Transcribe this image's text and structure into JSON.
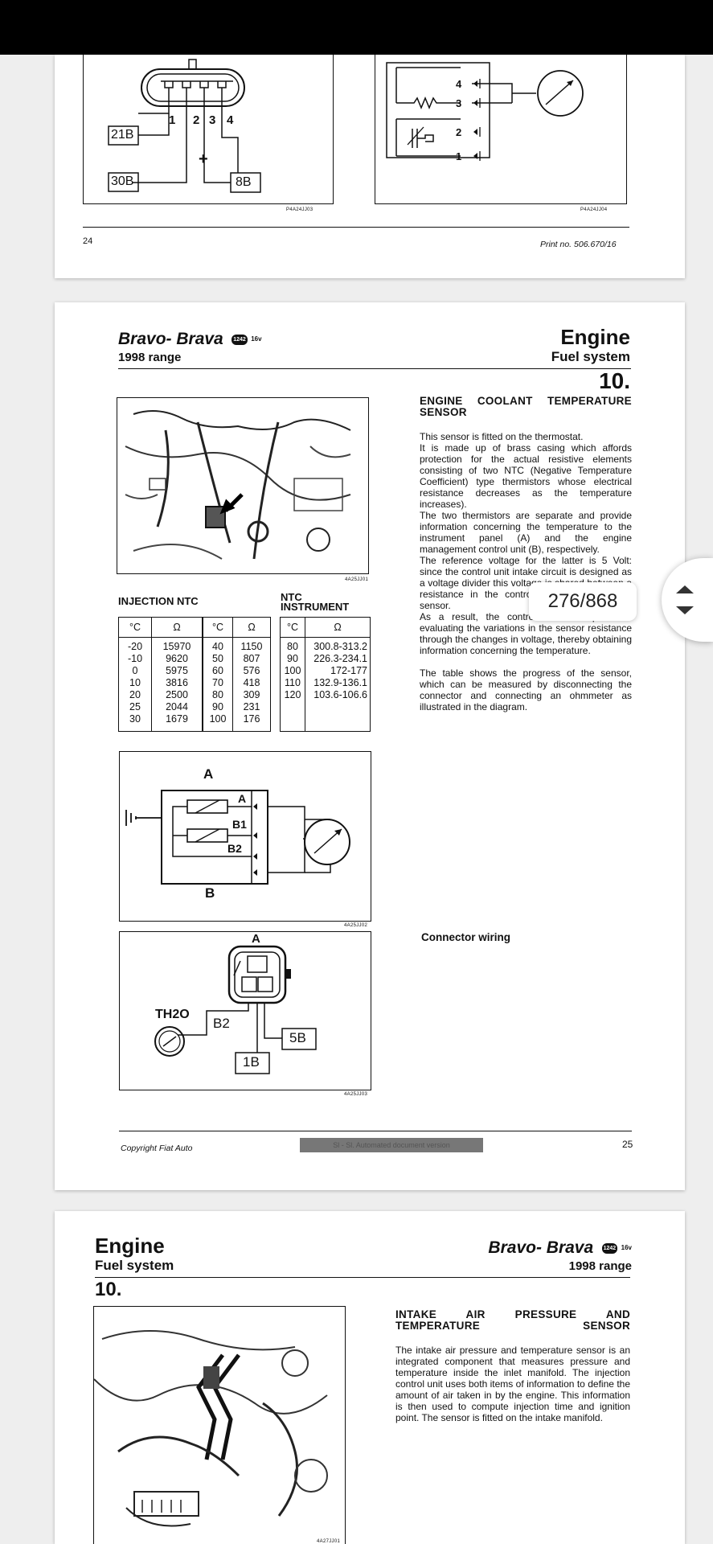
{
  "page1": {
    "fig1_labels": [
      "1",
      "2",
      "3",
      "4",
      "21B",
      "30B",
      "8B",
      "+"
    ],
    "fig1_code": "P4A24JJ03",
    "fig2_pins": [
      "4",
      "3",
      "2",
      "1"
    ],
    "fig2_code": "P4A24JJ04",
    "page_number": "24",
    "print_no": "Print no. 506.670/16"
  },
  "page2": {
    "model": "Bravo- Brava",
    "badge": "1242",
    "badge_suffix": "16v",
    "range": "1998 range",
    "section": "Engine",
    "subsection": "Fuel system",
    "chapter": "10.",
    "photo_code": "4A25JJ01",
    "table_title_injection": "INJECTION NTC",
    "table_title_instrument": "NTC\nINSTRUMENT",
    "injection_table": {
      "headers": [
        "°C",
        "Ω",
        "°C",
        "Ω"
      ],
      "c1": "-20\n-10\n0\n10\n20\n25\n30",
      "c2": "15970\n9620\n5975\n3816\n2500\n2044\n1679",
      "c3": "40\n50\n60\n70\n80\n90\n100",
      "c4": "1150\n807\n576\n418\n309\n231\n176"
    },
    "instrument_table": {
      "headers": [
        "°C",
        "Ω"
      ],
      "c1": "80\n90\n100\n110\n120",
      "c2": "300.8-313.2\n226.3-234.1\n172-177\n132.9-136.1\n103.6-106.6"
    },
    "circuit_labels": [
      "A",
      "A",
      "B1",
      "B2",
      "B"
    ],
    "circuit_code": "4A25JJ02",
    "connector_labels": [
      "A",
      "TH2O",
      "B2",
      "5B",
      "1B"
    ],
    "connector_code": "4A25JJ03",
    "heading": "ENGINE COOLANT TEMPERATURE SENSOR",
    "para1": "This sensor is fitted on the thermostat.",
    "para2": "It is made up of brass casing which affords protection for the actual resistive elements consisting of two NTC (Negative Temperature Coefficient) type thermistors whose electrical resistance decreases as the temperature increases).",
    "para3": "The two thermistors are separate and provide information concerning the temperature to the instrument panel (A) and the engine management control unit (B), respectively.",
    "para4": "The reference voltage for the latter is 5 Volt: since the control unit intake circuit is designed as a voltage divider this voltage is shared between a resistance in the control unit and the actual sensor.",
    "para5": "As a result, the control unit is capable of evaluating the variations in the sensor resistance through the changes in voltage, thereby obtaining information concerning the temperature.",
    "para6": "The table shows the progress of the sensor, which can be measured by disconnecting the connector and connecting an ohmmeter as illustrated in the diagram.",
    "connector_heading": "Connector wiring",
    "copyright": "Copyright Fiat Auto",
    "watermark": "Sl - Sl. Automated document version",
    "page_number": "25"
  },
  "page_indicator": "276/868",
  "page3": {
    "section": "Engine",
    "subsection": "Fuel system",
    "chapter": "10.",
    "model": "Bravo- Brava",
    "badge": "1242",
    "badge_suffix": "16v",
    "range": "1998 range",
    "heading": "INTAKE AIR PRESSURE AND TEMPERATURE SENSOR",
    "para1": "The intake air pressure and temperature sensor is an integrated component that measures pressure and temperature inside the inlet manifold. The injection control unit uses both items of information to define the amount of air taken in by the engine. This information is then used to compute injection time and ignition point. The sensor is fitted on the intake manifold.",
    "photo_code": "4A27JJ01"
  },
  "icons": [
    "scroll-up-icon",
    "scroll-down-icon"
  ]
}
